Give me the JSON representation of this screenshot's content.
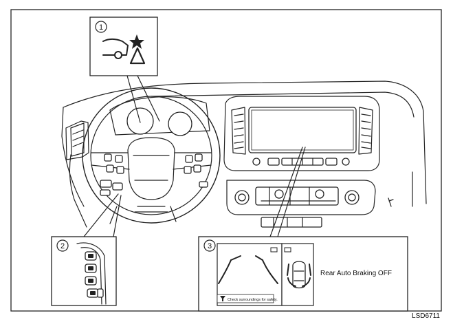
{
  "callouts": {
    "c1": "1",
    "c2": "2",
    "c3": "3"
  },
  "screen": {
    "status_text": "Rear Auto Braking OFF",
    "footer_text": "Check surroundings for safety."
  },
  "figure_id": "LSD6711",
  "icons": {
    "warning": "rear-auto-braking-warning-icon"
  }
}
